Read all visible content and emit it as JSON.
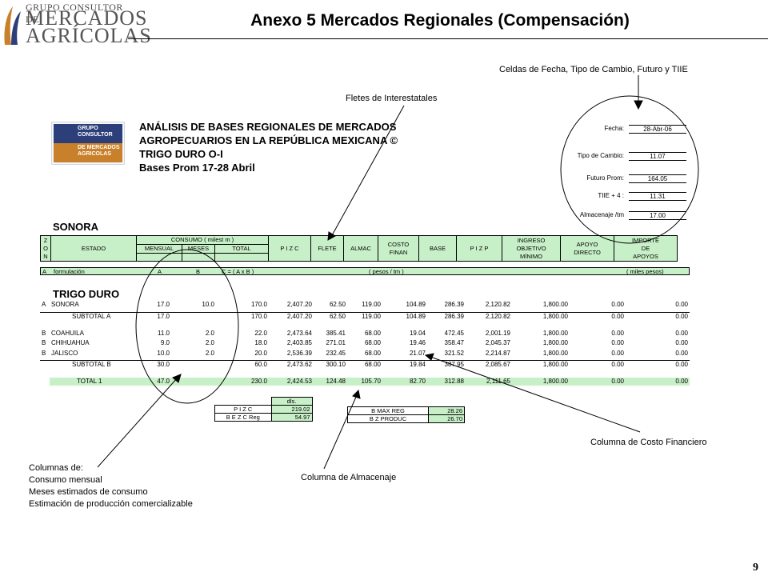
{
  "logo": {
    "line1": "GRUPO CONSULTOR DE",
    "line2": "MERCADOS",
    "line3": "AGRÍCOLAS"
  },
  "page_title": "Anexo 5 Mercados Regionales (Compensación)",
  "annotations": {
    "fields_cells": "Celdas de Fecha, Tipo de Cambio, Futuro y TIIE",
    "fletes": "Fletes de Interestatales",
    "costo_financiero": "Columna  de Costo Financiero",
    "almacenaje": "Columna  de Almacenaje",
    "columnas": [
      "Columnas de:",
      "Consumo mensual",
      "Meses estimados de consumo",
      "Estimación de producción comercializable"
    ]
  },
  "doc_logo": {
    "lines": [
      "GRUPO",
      "CONSULTOR",
      "DE MERCADOS",
      "AGRICOLAS"
    ]
  },
  "doc_title": [
    "ANÁLISIS DE BASES REGIONALES DE MERCADOS",
    "AGROPECUARIOS EN LA REPÚBLICA MEXICANA ©",
    "TRIGO DURO O-I",
    "Bases Prom 17-28 Abril"
  ],
  "fields": [
    {
      "label": "Fecha:",
      "value": "28-Abr-06"
    },
    {
      "label": "Tipo de Cambio:",
      "value": "11.07"
    },
    {
      "label": "Futuro Prom:",
      "value": "164.05"
    },
    {
      "label": "TIIE + 4 :",
      "value": "11.31"
    },
    {
      "label": "Almacenaje /tm",
      "value": "17.00"
    }
  ],
  "region": "SONORA",
  "header": {
    "zona": [
      "Z",
      "O",
      "N",
      "A"
    ],
    "estado": "ESTADO",
    "consumo": "CONSUMO ( milest m )",
    "mensual": "MENSUAL",
    "meses": "MESES",
    "total": "TOTAL",
    "pizc": "P I Z C",
    "flete": "FLETE",
    "almac": "ALMAC",
    "costo": "COSTO",
    "finan": "FINAN",
    "base": "BASE",
    "pizp": "P I Z P",
    "ingreso": [
      "INGRESO",
      "OBJETIVO",
      "MÍNIMO"
    ],
    "apoyo": [
      "APOYO",
      "DIRECTO"
    ],
    "importe": [
      "IMPORTE",
      "DE",
      "APOYOS"
    ],
    "row3": {
      "zona": "A",
      "formulacion": "formulación",
      "a": "A",
      "b": "B",
      "c": "C = ( A x B )",
      "pesos": "( pesos / tm )",
      "miles": "( miles pesos)"
    }
  },
  "product": "TRIGO DURO",
  "rows": [
    {
      "zona": "A",
      "estado": "SONORA",
      "mensual": "17.0",
      "meses": "10.0",
      "total": "170.0",
      "pizc": "2,407.20",
      "flete": "62.50",
      "almac": "119.00",
      "costo": "104.89",
      "base": "286.39",
      "pizp": "2,120.82",
      "ingreso": "1,800.00",
      "apoyo": "0.00",
      "importe": "0.00"
    },
    {
      "zona": "",
      "estado": "SUBTOTAL  A",
      "mensual": "17.0",
      "meses": "",
      "total": "170.0",
      "pizc": "2,407.20",
      "flete": "62.50",
      "almac": "119.00",
      "costo": "104.89",
      "base": "286.39",
      "pizp": "2,120.82",
      "ingreso": "1,800.00",
      "apoyo": "0.00",
      "importe": "0.00"
    },
    {
      "zona": "B",
      "estado": "COAHUILA",
      "mensual": "11.0",
      "meses": "2.0",
      "total": "22.0",
      "pizc": "2,473.64",
      "flete": "385.41",
      "almac": "68.00",
      "costo": "19.04",
      "base": "472.45",
      "pizp": "2,001.19",
      "ingreso": "1,800.00",
      "apoyo": "0.00",
      "importe": "0.00"
    },
    {
      "zona": "B",
      "estado": "CHIHUAHUA",
      "mensual": "9.0",
      "meses": "2.0",
      "total": "18.0",
      "pizc": "2,403.85",
      "flete": "271.01",
      "almac": "68.00",
      "costo": "19.46",
      "base": "358.47",
      "pizp": "2,045.37",
      "ingreso": "1,800.00",
      "apoyo": "0.00",
      "importe": "0.00"
    },
    {
      "zona": "B",
      "estado": "JALISCO",
      "mensual": "10.0",
      "meses": "2.0",
      "total": "20.0",
      "pizc": "2,536.39",
      "flete": "232.45",
      "almac": "68.00",
      "costo": "21.07",
      "base": "321.52",
      "pizp": "2,214.87",
      "ingreso": "1,800.00",
      "apoyo": "0.00",
      "importe": "0.00"
    },
    {
      "zona": "",
      "estado": "SUBTOTAL  B",
      "mensual": "30.0",
      "meses": "",
      "total": "60.0",
      "pizc": "2,473.62",
      "flete": "300.10",
      "almac": "68.00",
      "costo": "19.84",
      "base": "387.95",
      "pizp": "2,085.67",
      "ingreso": "1,800.00",
      "apoyo": "0.00",
      "importe": "0.00"
    },
    {
      "zona": "",
      "estado": "TOTAL 1",
      "mensual": "47.0",
      "meses": "",
      "total": "230.0",
      "pizc": "2,424.53",
      "flete": "124.48",
      "almac": "105.70",
      "costo": "82.70",
      "base": "312.88",
      "pizp": "2,111.65",
      "ingreso": "1,800.00",
      "apoyo": "0.00",
      "importe": "0.00"
    }
  ],
  "summary_left": {
    "header": "dls.",
    "rows": [
      [
        "P I Z C",
        "219.02"
      ],
      [
        "B E Z C Reg",
        "54.97"
      ]
    ]
  },
  "summary_right": {
    "rows": [
      [
        "B MAX REG",
        "28.26"
      ],
      [
        "B Z PRODUC",
        "26.70"
      ]
    ]
  },
  "page_number": "9"
}
